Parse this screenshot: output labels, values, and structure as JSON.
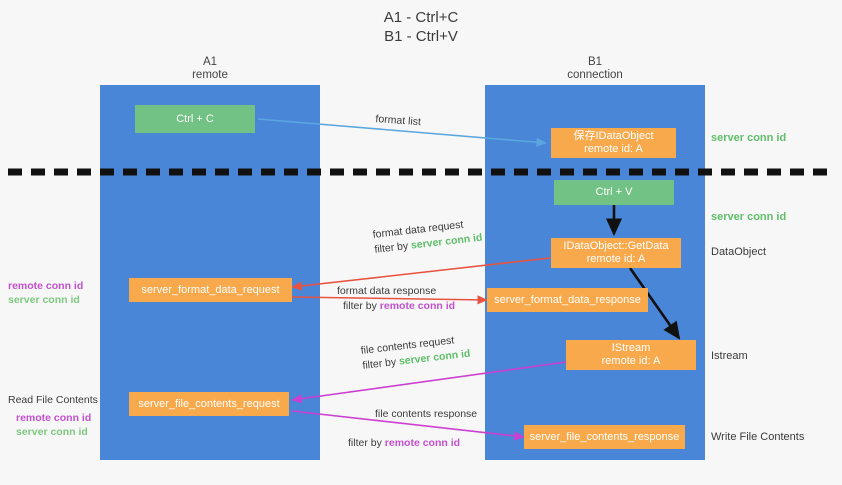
{
  "title": {
    "line1": "A1 - Ctrl+C",
    "line2": "B1 - Ctrl+V"
  },
  "lanes": [
    {
      "name": "A1",
      "subtitle": "remote"
    },
    {
      "name": "B1",
      "subtitle": "connection"
    }
  ],
  "boxes": [
    {
      "id": "ctrl-c",
      "label1": "Ctrl + C",
      "label2": "",
      "color": "#72c285"
    },
    {
      "id": "idataobject-set",
      "label1": "保存IDataObject",
      "label2": "remote id: A",
      "color": "#f8a94c"
    },
    {
      "id": "ctrl-v",
      "label1": "Ctrl + V",
      "label2": "",
      "color": "#72c285"
    },
    {
      "id": "idataobject-getdata",
      "label1": "IDataObject::GetData",
      "label2": "remote id: A",
      "color": "#f8a94c"
    },
    {
      "id": "server-format-data-request",
      "label1": "server_format_data_request",
      "label2": "",
      "color": "#f8a94c"
    },
    {
      "id": "server-format-data-response",
      "label1": "server_format_data_response",
      "label2": "",
      "color": "#f8a94c"
    },
    {
      "id": "istream",
      "label1": "IStream",
      "label2": "remote id: A",
      "color": "#f8a94c"
    },
    {
      "id": "server-file-contents-request",
      "label1": "server_file_contents_request",
      "label2": "",
      "color": "#f8a94c"
    },
    {
      "id": "server-file-contents-response",
      "label1": "server_file_contents_response",
      "label2": "",
      "color": "#f8a94c"
    }
  ],
  "annotations": {
    "format_list": "format list",
    "format_data_request": "format data request",
    "format_data_request_filter_prefix": "filter by ",
    "format_data_request_filter_value": "server conn id",
    "format_data_response": "format data response",
    "format_data_response_filter_prefix": "filter by ",
    "format_data_response_filter_value": "remote conn id",
    "file_contents_request": "file contents request",
    "file_contents_request_filter_prefix": "filter by ",
    "file_contents_request_filter_value": "server conn id",
    "file_contents_response": "file contents response",
    "file_contents_response_filter_prefix": "filter by ",
    "file_contents_response_filter_value": "remote conn id"
  },
  "right_labels": {
    "server_conn_id_top": "server conn id",
    "server_conn_id_mid": "server conn id",
    "dataobject": "DataObject",
    "istream": "Istream",
    "write_file_contents": "Write File Contents"
  },
  "left_labels": {
    "group1_remote": "remote conn id",
    "group1_server": "server conn id",
    "read_file_contents": "Read File Contents",
    "group2_remote": "remote conn id",
    "group2_server": "server conn id"
  },
  "colors": {
    "lane": "#4a86d8",
    "green_box": "#72c285",
    "orange_box": "#f8a94c",
    "green_text": "#5fbf6a",
    "magenta_text": "#c44fd0",
    "arrow_blue": "#5aa7e0",
    "arrow_red": "#e8533f",
    "arrow_magenta": "#cc3fd0",
    "arrow_black": "#111111",
    "divider": "#111111",
    "background": "#f7f7f7"
  }
}
